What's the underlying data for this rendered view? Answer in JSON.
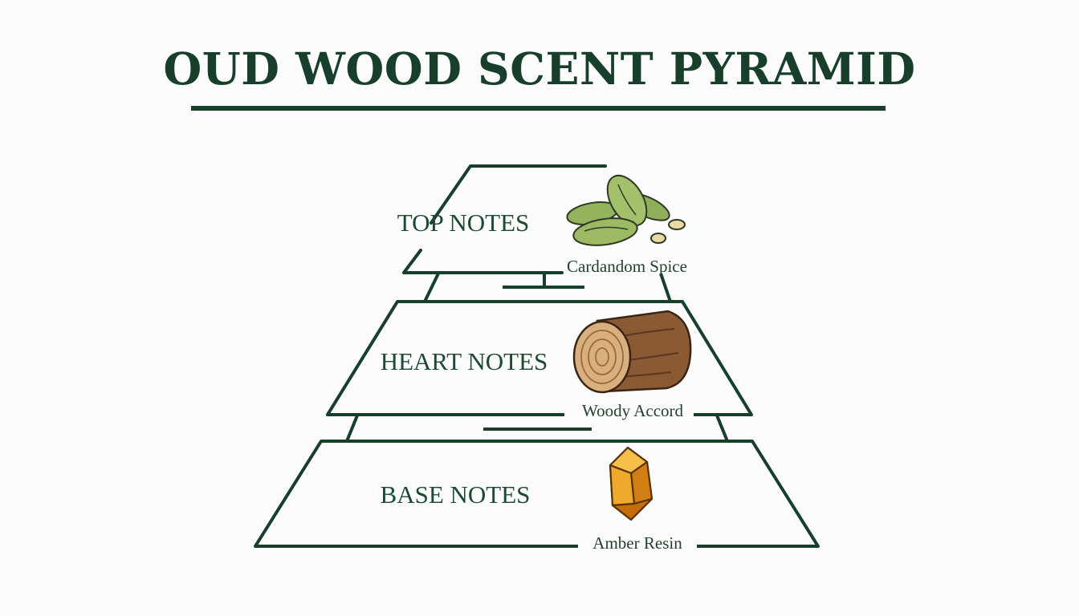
{
  "title": "OUD WOOD SCENT PYRAMID",
  "colors": {
    "ink": "#173f2b",
    "cardamom_green": "#8fae5a",
    "wood_brown": "#8a5a35",
    "amber": "#e59a1d"
  },
  "tiers": [
    {
      "label": "TOP NOTES",
      "item": "Cardandom Spice",
      "icon": "cardamom-pods-icon"
    },
    {
      "label": "HEART NOTES",
      "item": "Woody Accord",
      "icon": "wood-log-icon"
    },
    {
      "label": "BASE NOTES",
      "item": "Amber Resin",
      "icon": "amber-crystal-icon"
    }
  ]
}
